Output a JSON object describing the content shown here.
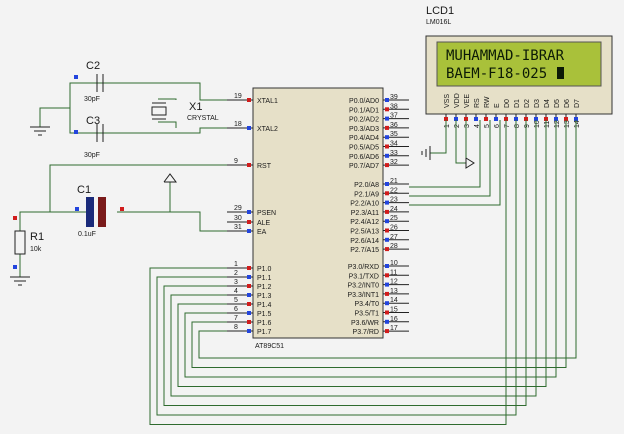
{
  "lcd": {
    "ref": "LCD1",
    "part": "LM016L",
    "line1": "MUHAMMAD-IBRAR",
    "line2": "BAEM-F18-025",
    "pins": [
      "VSS",
      "VDD",
      "VEE",
      "RS",
      "RW",
      "E",
      "D0",
      "D1",
      "D2",
      "D3",
      "D4",
      "D5",
      "D6",
      "D7"
    ],
    "pin_numbers": [
      "1",
      "2",
      "3",
      "4",
      "5",
      "6",
      "7",
      "8",
      "9",
      "10",
      "11",
      "12",
      "13",
      "14"
    ]
  },
  "mcu": {
    "part": "AT89C51",
    "left_pins": [
      {
        "num": "19",
        "name": "XTAL1"
      },
      {
        "num": "18",
        "name": "XTAL2"
      },
      {
        "num": "9",
        "name": "RST"
      },
      {
        "num": "29",
        "name": "PSEN"
      },
      {
        "num": "30",
        "name": "ALE"
      },
      {
        "num": "31",
        "name": "EA"
      },
      {
        "num": "1",
        "name": "P1.0"
      },
      {
        "num": "2",
        "name": "P1.1"
      },
      {
        "num": "3",
        "name": "P1.2"
      },
      {
        "num": "4",
        "name": "P1.3"
      },
      {
        "num": "5",
        "name": "P1.4"
      },
      {
        "num": "6",
        "name": "P1.5"
      },
      {
        "num": "7",
        "name": "P1.6"
      },
      {
        "num": "8",
        "name": "P1.7"
      }
    ],
    "right_pins": [
      {
        "num": "39",
        "name": "P0.0/AD0"
      },
      {
        "num": "38",
        "name": "P0.1/AD1"
      },
      {
        "num": "37",
        "name": "P0.2/AD2"
      },
      {
        "num": "36",
        "name": "P0.3/AD3"
      },
      {
        "num": "35",
        "name": "P0.4/AD4"
      },
      {
        "num": "34",
        "name": "P0.5/AD5"
      },
      {
        "num": "33",
        "name": "P0.6/AD6"
      },
      {
        "num": "32",
        "name": "P0.7/AD7"
      },
      {
        "num": "21",
        "name": "P2.0/A8"
      },
      {
        "num": "22",
        "name": "P2.1/A9"
      },
      {
        "num": "23",
        "name": "P2.2/A10"
      },
      {
        "num": "24",
        "name": "P2.3/A11"
      },
      {
        "num": "25",
        "name": "P2.4/A12"
      },
      {
        "num": "26",
        "name": "P2.5/A13"
      },
      {
        "num": "27",
        "name": "P2.6/A14"
      },
      {
        "num": "28",
        "name": "P2.7/A15"
      },
      {
        "num": "10",
        "name": "P3.0/RXD"
      },
      {
        "num": "11",
        "name": "P3.1/TXD"
      },
      {
        "num": "12",
        "name": "P3.2/INT0"
      },
      {
        "num": "13",
        "name": "P3.3/INT1"
      },
      {
        "num": "14",
        "name": "P3.4/T0"
      },
      {
        "num": "15",
        "name": "P3.5/T1"
      },
      {
        "num": "16",
        "name": "P3.6/WR"
      },
      {
        "num": "17",
        "name": "P3.7/RD"
      }
    ]
  },
  "components": {
    "c2": {
      "ref": "C2",
      "value": "30pF"
    },
    "c3": {
      "ref": "C3",
      "value": "30pF"
    },
    "x1": {
      "ref": "X1",
      "value": "CRYSTAL"
    },
    "c1": {
      "ref": "C1",
      "value": "0.1uF"
    },
    "r1": {
      "ref": "R1",
      "value": "10k"
    }
  },
  "colors": {
    "background": "#f3f3f3",
    "chip_body": "#e6e0c8",
    "lcd_frame": "#e6e0c8",
    "lcd_screen": "#a9c13a",
    "wire": "#2f6b2f",
    "pin_high": "#d11c1c",
    "pin_low": "#2244dd",
    "cap_c1": "#1a2a7a",
    "cap_c1_neg": "#7a1a1a"
  }
}
